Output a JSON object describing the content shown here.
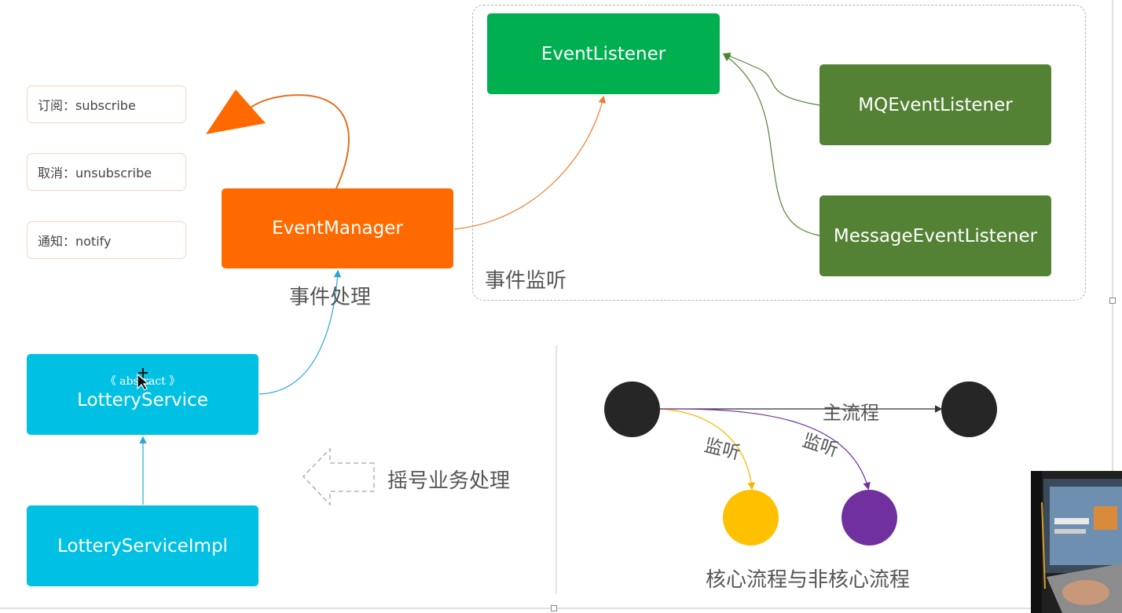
{
  "notes": {
    "subscribe": "订阅：subscribe",
    "unsubscribe": "取消：unsubscribe",
    "notify": "通知：notify"
  },
  "boxes": {
    "event_manager": "EventManager",
    "event_listener": "EventListener",
    "mq_event_listener": "MQEventListener",
    "message_event_listener": "MessageEventListener",
    "lottery_service_stereotype": "《 abstract 》",
    "lottery_service": "LotteryService",
    "lottery_service_impl": "LotteryServiceImpl"
  },
  "labels": {
    "event_processing": "事件处理",
    "event_listening": "事件监听",
    "lottery_processing": "摇号业务处理",
    "main_flow": "主流程",
    "listen_1": "监听",
    "listen_2": "监听",
    "core_vs_noncore": "核心流程与非核心流程"
  },
  "colors": {
    "orange": "#ff6a00",
    "green": "#00b050",
    "dark_green": "#548235",
    "cyan": "#00c0e3",
    "black_node": "#262626",
    "yellow_node": "#ffc000",
    "purple_node": "#7030a0"
  }
}
